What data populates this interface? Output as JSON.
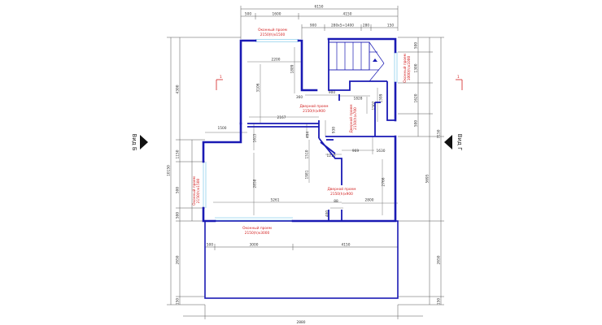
{
  "dims": {
    "top_total": "6150",
    "top_1600": "1600",
    "top_4150": "4150",
    "top_500": "500",
    "row2_900": "900",
    "row2_stairs": "280x5=1400",
    "row2_280": "280",
    "row2_150": "150",
    "i_2200": "2200",
    "i_1889": "1889",
    "i_3106": "3106",
    "i_360": "360",
    "i_900": "900",
    "i_1828": "1828",
    "i_1502": "1502",
    "i_1599": "1599",
    "i_2167": "2167",
    "i_1500": "1500",
    "i_1615": "1615",
    "i_494": "494",
    "i_1510": "1510",
    "i_930": "930",
    "i_1210": "1210",
    "i_969": "969",
    "i_1630": "1630",
    "i_1981": "1981",
    "i_2858": "2858",
    "i_2766": "2766",
    "i_5261": "5261",
    "i_2800": "2800",
    "i_88": "88",
    "i_400": "400",
    "b_500": "500",
    "b_3000": "3000",
    "b_4150": "4150",
    "bottom_total": "2880",
    "l_4300": "4300",
    "l_1150": "1150",
    "l_10150": "10150",
    "l_500a": "500",
    "l_500b": "500",
    "l_2650": "2650",
    "l_150": "150",
    "r_500": "500",
    "r_1300": "1300",
    "r_1620": "1620",
    "r_500b": "500",
    "r_7150": "7150",
    "r_5695": "5695",
    "r_2650": "2650",
    "r_150": "150"
  },
  "labels": {
    "window_top_1": "Оконный проем",
    "window_top_2": "2150(h)x1500",
    "window_right_1": "Оконный проем",
    "window_right_2": "1000(h)x1000",
    "door1_1": "Дверной проем",
    "door1_2": "2150(h)x900",
    "door2_1": "Дверной проем",
    "door2_2": "2150(h)x700",
    "door3_1": "Дверной проем",
    "door3_2": "2150(h)x900",
    "window_left_1": "Оконный проем",
    "window_left_2": "2150(h)x1500",
    "window_bottom_1": "Оконный проем",
    "window_bottom_2": "2150(h)x3000",
    "section_left": "1",
    "section_right": "1",
    "view_left": "Вид Б",
    "view_right": "Вид Г"
  },
  "colors": {
    "wall": "#1a1ab4",
    "annotation": "#d21e1e",
    "window": "#8fd0ec",
    "dimension": "#333333"
  }
}
